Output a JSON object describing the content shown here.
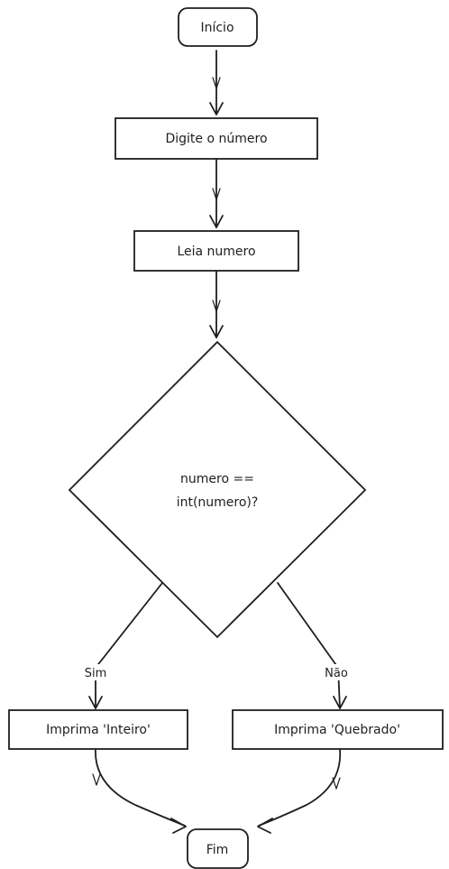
{
  "nodes": {
    "start": "Início",
    "prompt": "Digite o número",
    "read": "Leia numero",
    "decision_line1": "numero ==",
    "decision_line2": "int(numero)?",
    "yes_output": "Imprima 'Inteiro'",
    "no_output": "Imprima 'Quebrado'",
    "end": "Fim"
  },
  "edges": {
    "yes_label": "Sim",
    "no_label": "Não"
  },
  "colors": {
    "stroke": "#1e1e1e",
    "background": "#ffffff"
  }
}
